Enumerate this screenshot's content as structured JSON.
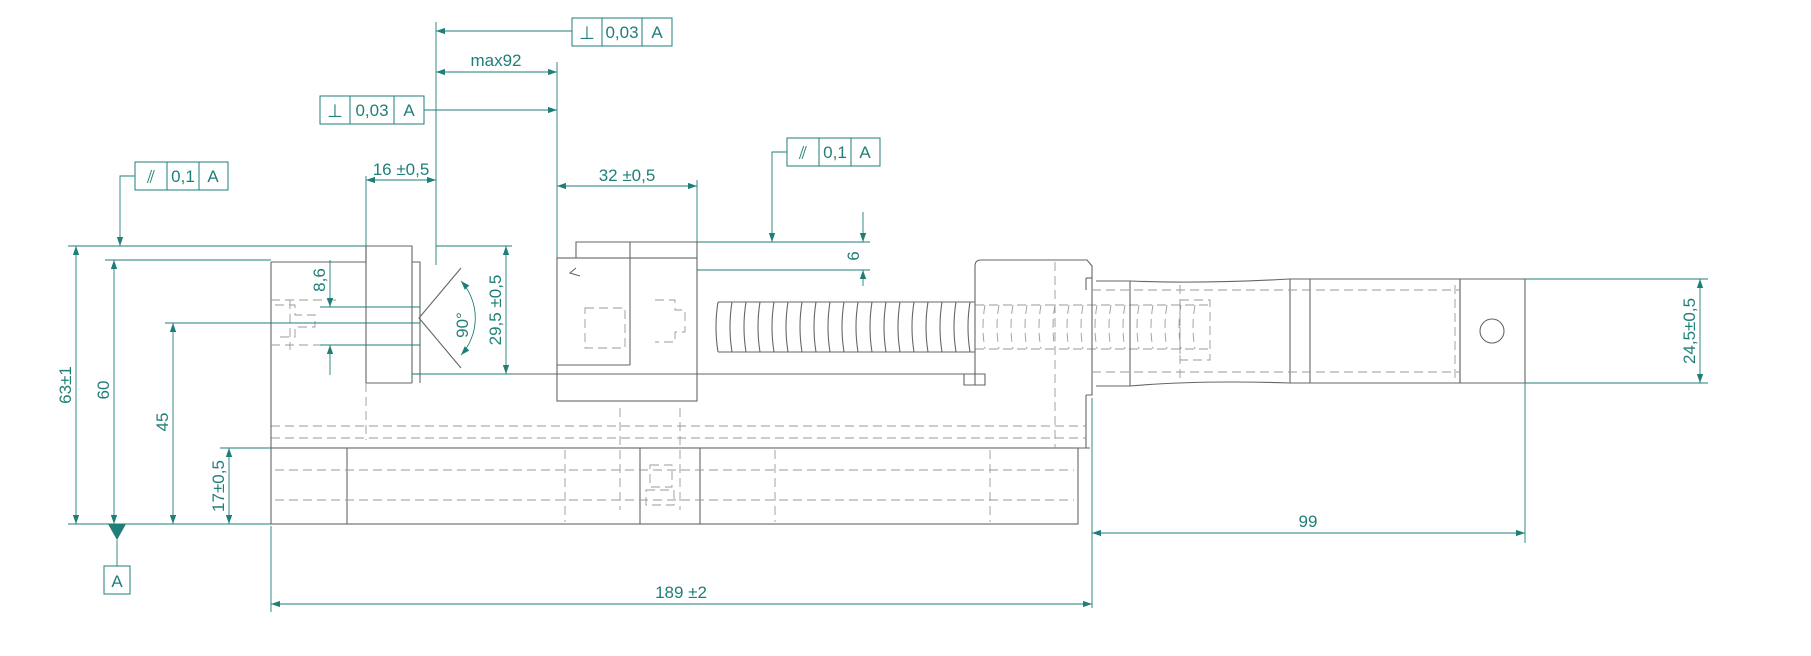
{
  "dimensions": {
    "max92": "max92",
    "d16": "16 ±0,5",
    "d32": "32 ±0,5",
    "d6": "6",
    "d8_6": "8,6",
    "d29_5": "29,5 ±0,5",
    "angle": "90°",
    "d63": "63±1",
    "d60": "60",
    "d45": "45",
    "d17": "17±0,5",
    "d24_5": "24,5±0,5",
    "d99": "99",
    "d189": "189 ±2"
  },
  "tolerances": {
    "perp_top": {
      "symbol": "⊥",
      "value": "0,03",
      "datum": "A"
    },
    "perp_mid": {
      "symbol": "⊥",
      "value": "0,03",
      "datum": "A"
    },
    "parallel_left": {
      "symbol": "⫽",
      "value": "0,1",
      "datum": "A"
    },
    "parallel_right": {
      "symbol": "⫽",
      "value": "0,1",
      "datum": "A"
    }
  },
  "datum": {
    "label": "A"
  },
  "colors": {
    "dimension": "#1f7f78",
    "part": "#666666",
    "hidden": "#9a9a9a"
  }
}
